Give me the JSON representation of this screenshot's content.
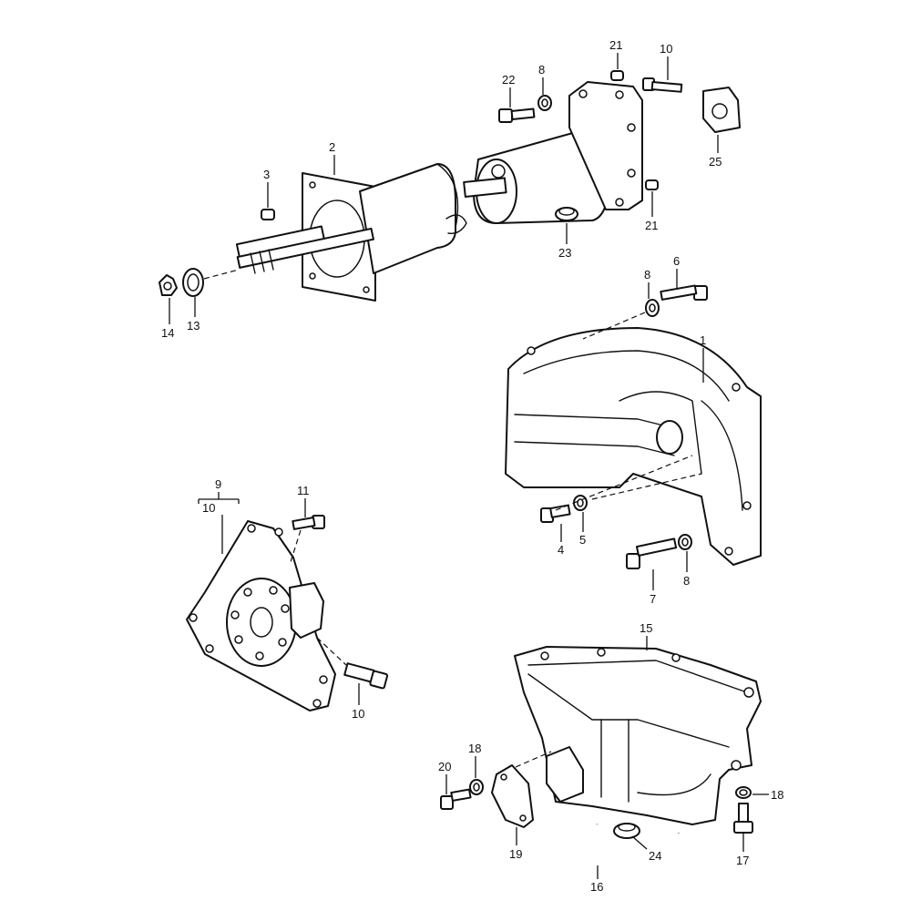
{
  "callouts": {
    "c1": "1",
    "c2": "2",
    "c3": "3",
    "c4": "4",
    "c5": "5",
    "c6": "6",
    "c7": "7",
    "c8a": "8",
    "c8b": "8",
    "c8c": "8",
    "c9": "9",
    "c10a": "10",
    "c10b": "10",
    "c10c": "10",
    "c11": "11",
    "c13": "13",
    "c14": "14",
    "c15": "15",
    "c16": "16",
    "c17": "17",
    "c18a": "18",
    "c18b": "18",
    "c19": "19",
    "c20": "20",
    "c21a": "21",
    "c21b": "21",
    "c22": "22",
    "c23": "23",
    "c24": "24",
    "c25": "25"
  },
  "colors": {
    "line": "#111111",
    "background": "#ffffff"
  }
}
